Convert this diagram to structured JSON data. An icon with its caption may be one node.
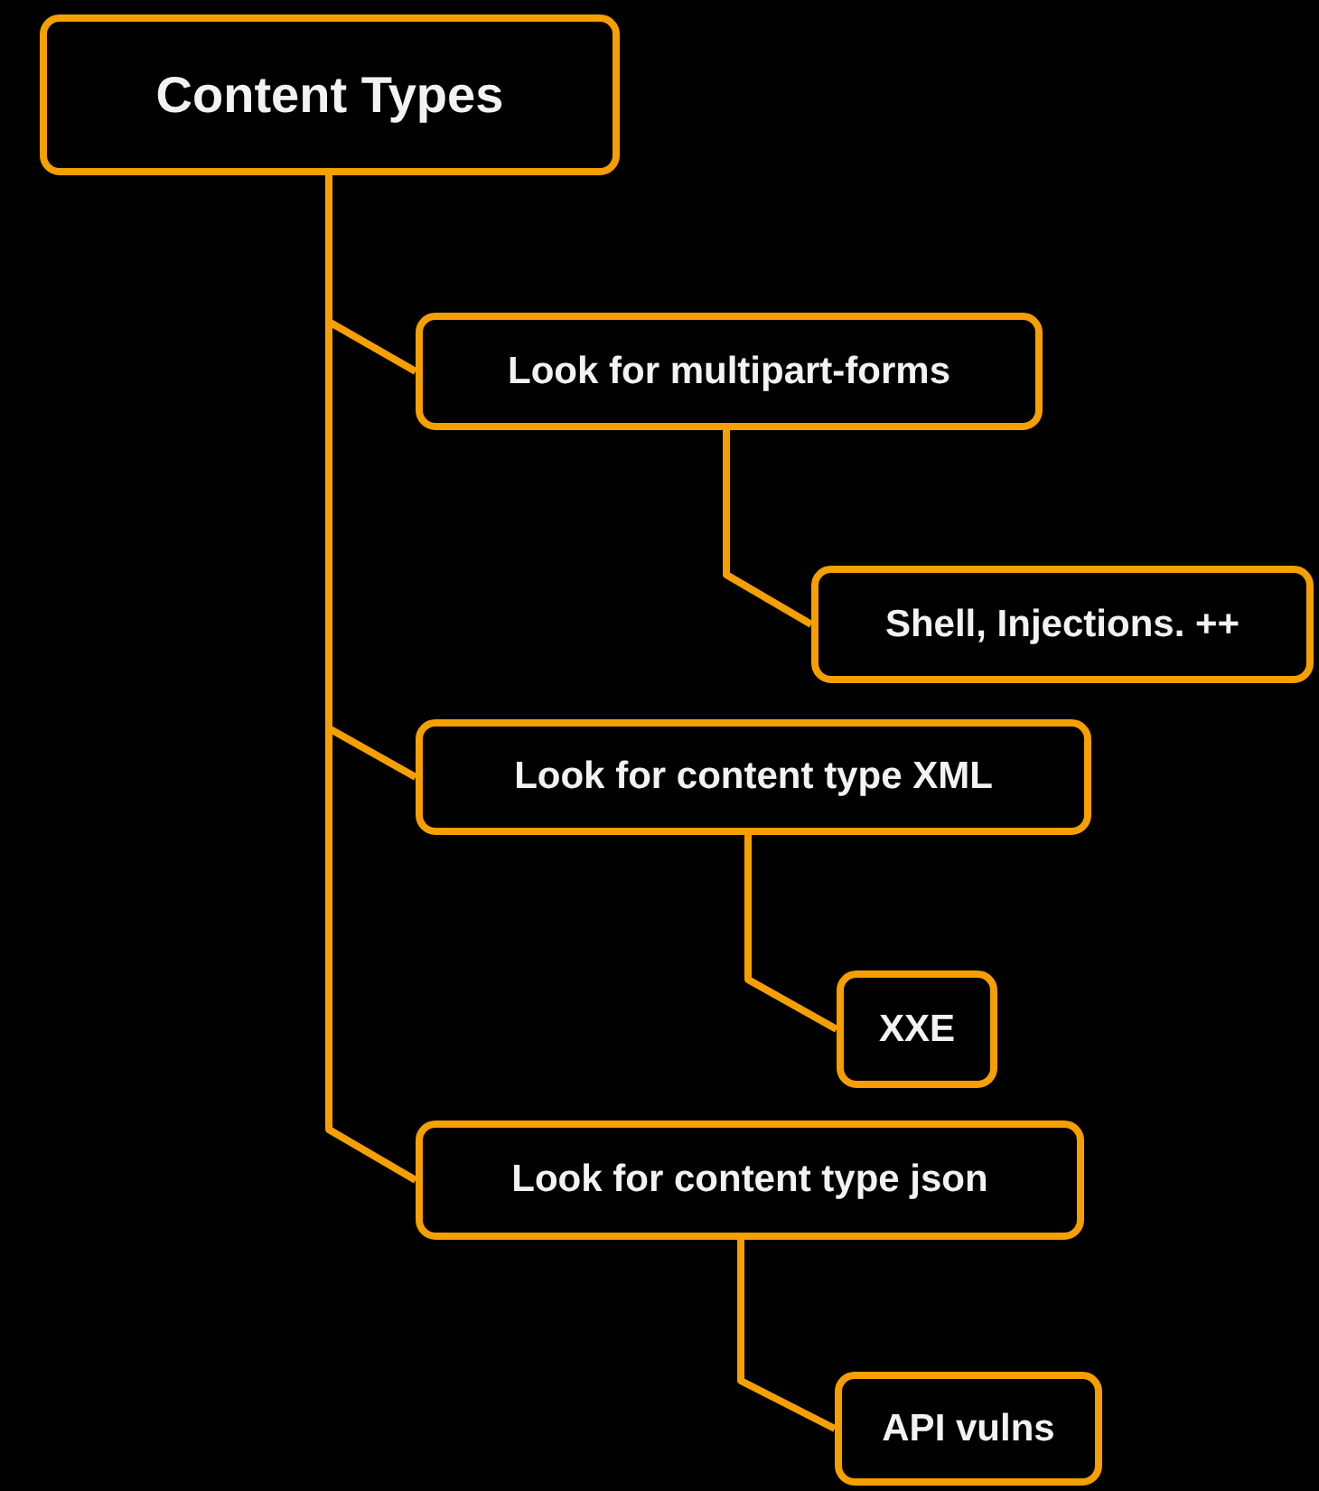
{
  "diagram": {
    "nodes": [
      {
        "text": [
          "Content Types"
        ]
      },
      {
        "text": [
          "Look for multipart-forms"
        ]
      },
      {
        "text": [
          "Shell, Injections. ++"
        ]
      },
      {
        "text": [
          "Look for content type XML"
        ]
      },
      {
        "text": [
          "XXE"
        ]
      },
      {
        "text": [
          "Look for content type json"
        ]
      },
      {
        "text": [
          "API vulns"
        ]
      }
    ],
    "edges": [
      {
        "from": 0,
        "to": 1,
        "arrow": "none"
      },
      {
        "from": 1,
        "to": 2,
        "arrow": "none"
      },
      {
        "from": 0,
        "to": 3,
        "arrow": "none"
      },
      {
        "from": 3,
        "to": 4,
        "arrow": "none"
      },
      {
        "from": 0,
        "to": 5,
        "arrow": "none"
      },
      {
        "from": 5,
        "to": 6,
        "arrow": "none"
      }
    ]
  }
}
